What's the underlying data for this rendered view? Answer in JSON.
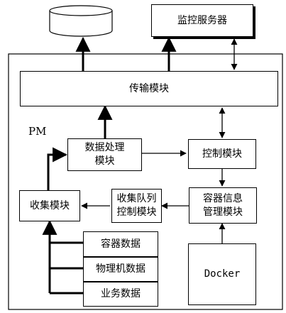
{
  "monitor_server": "监控服务器",
  "pm_label": "PM",
  "transport_module": "传输模块",
  "data_processing": [
    "数据处理",
    "模块"
  ],
  "control_module": "控制模块",
  "collect_module": "收集模块",
  "collect_queue": [
    "收集队列",
    "控制模块"
  ],
  "container_info": [
    "容器信息",
    "管理模块"
  ],
  "docker": "Docker",
  "data_sources": [
    "容器数据",
    "物理机数据",
    "业务数据"
  ]
}
